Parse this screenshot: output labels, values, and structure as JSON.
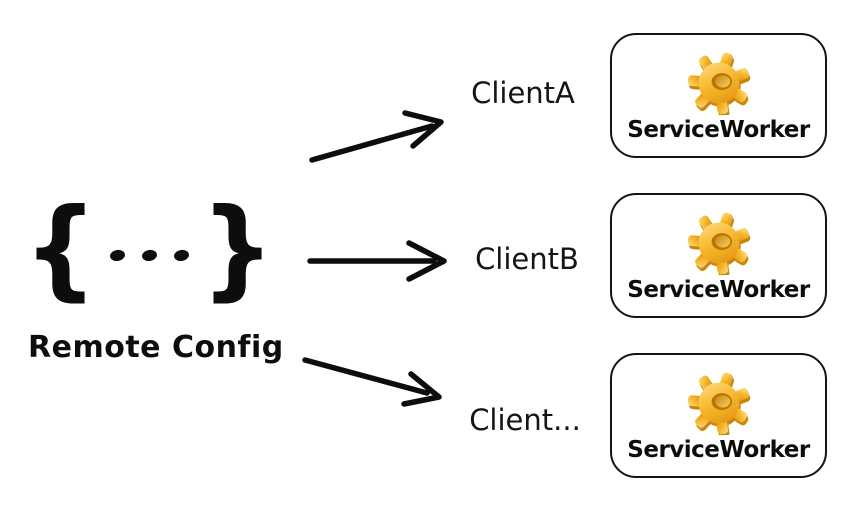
{
  "diagram": {
    "source": {
      "brace_open": "{",
      "brace_close": "}",
      "label": "Remote Config"
    },
    "clients": [
      {
        "label": "ClientA",
        "box_label": "ServiceWorker"
      },
      {
        "label": "ClientB",
        "box_label": "ServiceWorker"
      },
      {
        "label": "Client...",
        "box_label": "ServiceWorker"
      }
    ],
    "icons": [
      {
        "name": "gear-icon",
        "meaning": "service worker process"
      }
    ],
    "colors": {
      "background": "#ffffff",
      "ink": "#0d0d0d",
      "box_border": "#141414",
      "gear_gold_light": "#ffe08a",
      "gear_gold_mid": "#f6b62a",
      "gear_gold_dark": "#e0920e",
      "gear_hole_rim": "#b5760a"
    }
  }
}
